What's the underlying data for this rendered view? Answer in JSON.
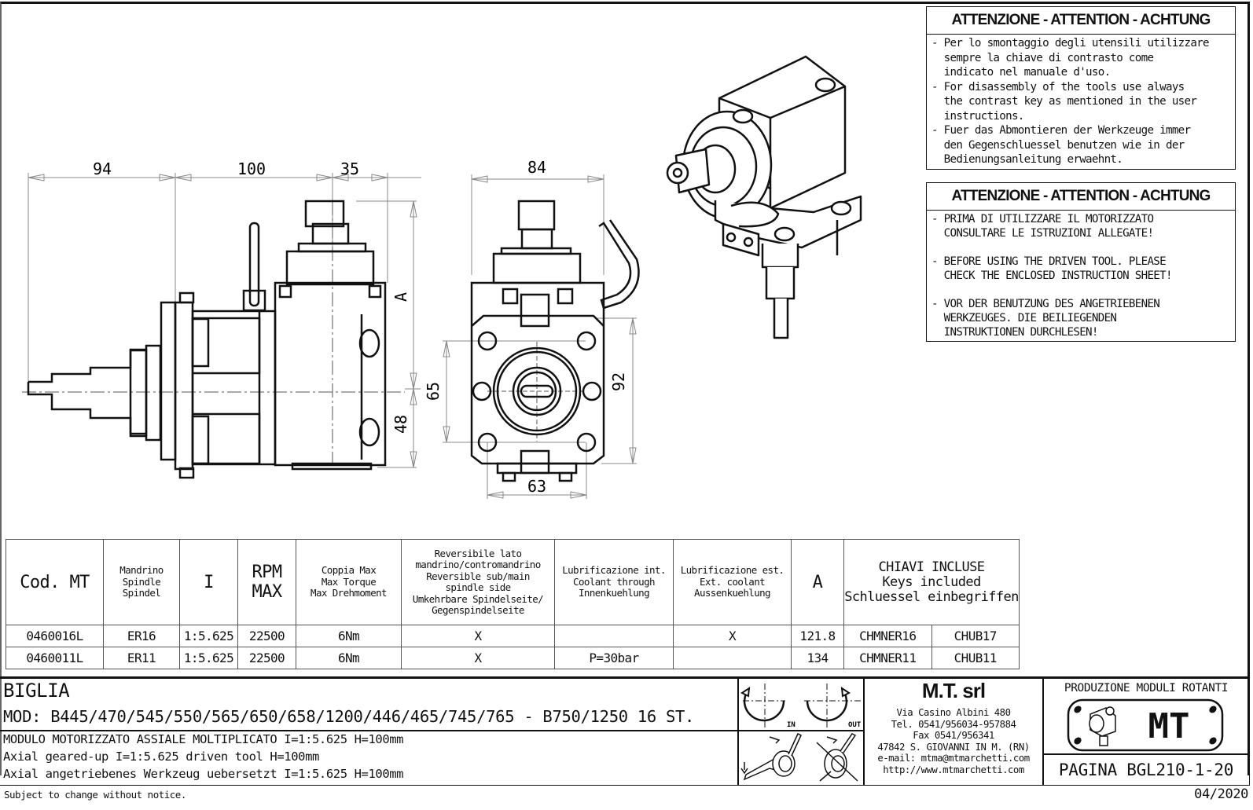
{
  "drawing": {
    "dimensions": {
      "side_view": {
        "d1": "94",
        "d2": "100",
        "d3": "35",
        "height_label": "A",
        "lower": "48"
      },
      "front_view": {
        "width_top": "84",
        "bolt_vertical": "65",
        "height": "92",
        "bolt_horizontal": "63"
      }
    }
  },
  "warnings": [
    {
      "title": "ATTENZIONE - ATTENTION - ACHTUNG",
      "lines": [
        "- Per lo smontaggio degli utensili utilizzare",
        "  sempre la chiave di contrasto come",
        "  indicato nel manuale d'uso.",
        "- For disassembly of the tools use always",
        "  the contrast key as mentioned in the user",
        "  instructions.",
        "- Fuer das Abmontieren der Werkzeuge immer",
        "  den Gegenschluessel benutzen wie in der",
        "  Bedienungsanleitung erwaehnt."
      ]
    },
    {
      "title": "ATTENZIONE - ATTENTION - ACHTUNG",
      "lines": [
        "- PRIMA DI UTILIZZARE IL MOTORIZZATO",
        "  CONSULTARE LE ISTRUZIONI ALLEGATE!",
        "",
        "- BEFORE USING THE DRIVEN TOOL. PLEASE",
        "  CHECK THE ENCLOSED INSTRUCTION SHEET!",
        "",
        "- VOR DER BENUTZUNG DES ANGETRIEBENEN",
        "  WERKZEUGES. DIE BEILIEGENDEN",
        "  INSTRUKTIONEN DURCHLESEN!"
      ]
    }
  ],
  "table": {
    "headers": {
      "code": "Cod. MT",
      "spindle": [
        "Mandrino",
        "Spindle",
        "Spindel"
      ],
      "ratio": "I",
      "rpm": [
        "RPM",
        "MAX"
      ],
      "torque": [
        "Coppia Max",
        "Max Torque",
        "Max Drehmoment"
      ],
      "reversible": [
        "Reversibile lato",
        "mandrino/contromandrino",
        "Reversible sub/main",
        "spindle side",
        "Umkehrbare Spindelseite/",
        "Gegenspindelseite"
      ],
      "coolant_int": [
        "Lubrificazione int.",
        "Coolant through",
        "Innenkuehlung"
      ],
      "coolant_ext": [
        "Lubrificazione est.",
        "Ext. coolant",
        "Aussenkuehlung"
      ],
      "a": "A",
      "keys": [
        "CHIAVI INCLUSE",
        "Keys included",
        "Schluessel einbegriffen"
      ]
    },
    "rows": [
      {
        "code": "0460016L",
        "spindle": "ER16",
        "ratio": "1:5.625",
        "rpm": "22500",
        "torque": "6Nm",
        "reversible": "X",
        "coolant_int": "",
        "coolant_ext": "X",
        "a": "121.8",
        "key1": "CHMNER16",
        "key2": "CHUB17"
      },
      {
        "code": "0460011L",
        "spindle": "ER11",
        "ratio": "1:5.625",
        "rpm": "22500",
        "torque": "6Nm",
        "reversible": "X",
        "coolant_int": "P=30bar",
        "coolant_ext": "",
        "a": "134",
        "key1": "CHMNER11",
        "key2": "CHUB11"
      }
    ]
  },
  "title_block": {
    "machine": "BIGLIA",
    "models": "MOD: B445/470/545/550/565/650/658/1200/446/465/745/765 - B750/1250 16 ST.",
    "description_it": "MODULO MOTORIZZATO ASSIALE MOLTIPLICATO I=1:5.625 H=100mm",
    "description_en": "Axial geared-up I=1:5.625 driven tool H=100mm",
    "description_de": "Axial angetriebenes Werkzeug uebersetzt I=1:5.625 H=100mm",
    "rotation_in": "IN",
    "rotation_out": "OUT",
    "company": {
      "name": "M.T. srl",
      "address": "Via Casino Albini 480",
      "tel": "Tel. 0541/956034-957884",
      "fax": "Fax 0541/956341",
      "city": "47842 S. GIOVANNI IN M. (RN)",
      "email": "e-mail: mtma@mtmarchetti.com",
      "web": "http://www.mtmarchetti.com"
    },
    "production_label": "PRODUZIONE MODULI ROTANTI",
    "logo_text": "MT",
    "page": "PAGINA BGL210-1-20"
  },
  "footer": {
    "notice": "Subject to change without notice.",
    "date": "04/2020"
  }
}
